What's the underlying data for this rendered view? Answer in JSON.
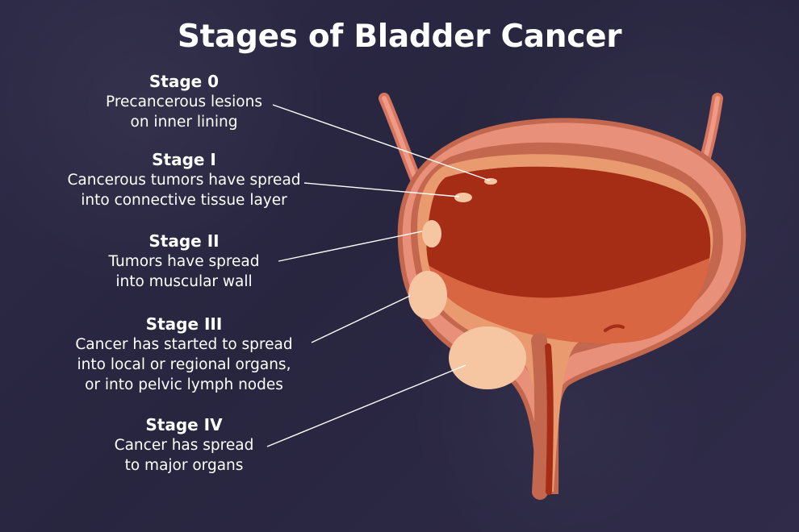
{
  "title": "Stages of Bladder Cancer",
  "stages": [
    {
      "name": "Stage 0",
      "description": "Precancerous lesions\non inner lining"
    },
    {
      "name": "Stage I",
      "description": "Cancerous tumors have spread\ninto connective tissue layer"
    },
    {
      "name": "Stage II",
      "description": "Tumors have spread\ninto muscular wall"
    },
    {
      "name": "Stage III",
      "description": "Cancer has started to spread\ninto local or regional organs,\nor into pelvic lymph nodes"
    },
    {
      "name": "Stage IV",
      "description": "Cancer has spread\nto major organs"
    }
  ],
  "colors": {
    "background": "#2b2844",
    "text": "#ffffff",
    "outer_wall": "#e8907a",
    "middle_wall": "#c4674f",
    "inner_lining": "#e99b6f",
    "cavity": "#a52d16",
    "lower_fluid": "#d86642",
    "tumor": "#f6c5a2"
  }
}
